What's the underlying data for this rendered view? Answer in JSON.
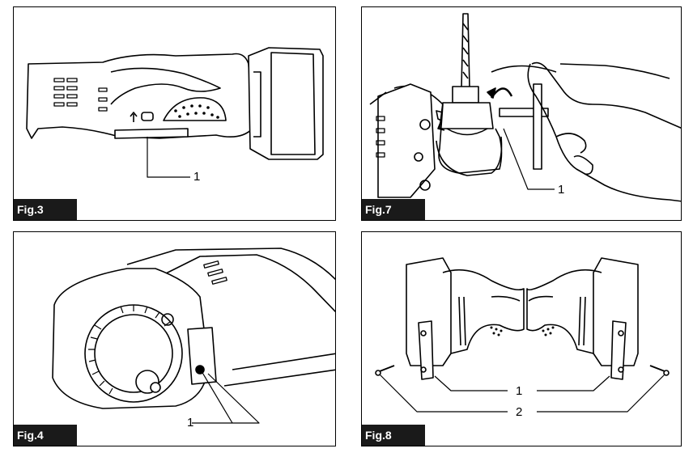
{
  "figures": [
    {
      "label": "Fig.3",
      "callouts": [
        "1"
      ]
    },
    {
      "label": "Fig.7",
      "callouts": [
        "1"
      ]
    },
    {
      "label": "Fig.4",
      "callouts": [
        "1"
      ]
    },
    {
      "label": "Fig.8",
      "callouts": [
        "1",
        "2"
      ]
    }
  ]
}
